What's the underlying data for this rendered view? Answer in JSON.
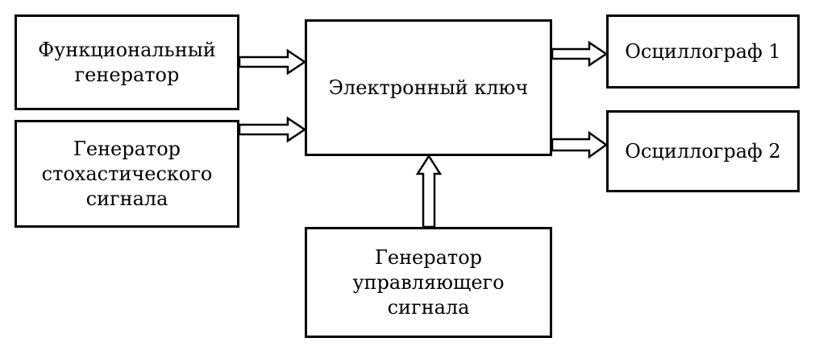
{
  "diagram": {
    "blocks": {
      "func_gen": "Функциональный\nгенератор",
      "stoch_gen": "Генератор\nстохастического\nсигнала",
      "switch": "Электронный ключ",
      "osc1": "Осциллограф 1",
      "osc2": "Осциллограф 2",
      "ctrl_gen": "Генератор\nуправляющего\nсигнала"
    }
  }
}
